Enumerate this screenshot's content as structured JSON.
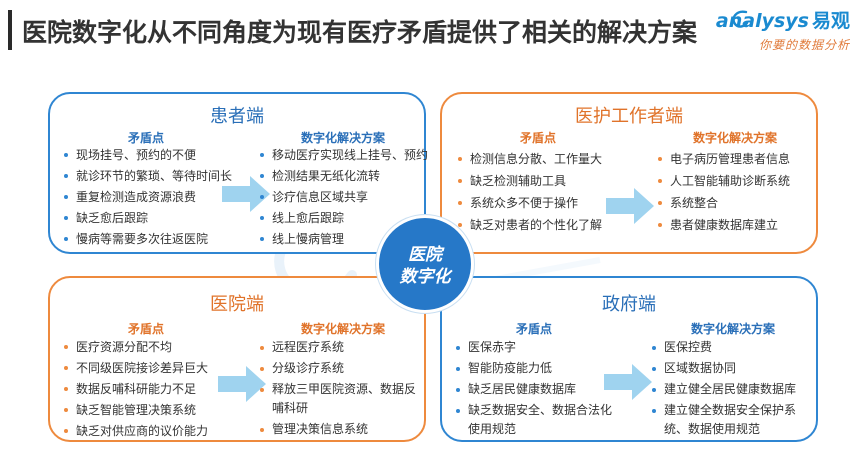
{
  "title": "医院数字化从不同角度为现有医疗矛盾提供了相关的解决方案",
  "logo": {
    "brand": "analysys",
    "brand_cn": "易观",
    "tagline": "你要的数据分析"
  },
  "center": {
    "line1": "医院",
    "line2": "数字化"
  },
  "colors": {
    "blue": "#2f86d2",
    "orange": "#ee8a3e",
    "center": "#2678c8"
  },
  "quadrants": [
    {
      "title": "患者端",
      "left_head": "矛盾点",
      "right_head": "数字化解决方案",
      "left_items": [
        "现场挂号、预约的不便",
        "就诊环节的繁琐、等待时间长",
        "重复检测造成资源浪费",
        "缺乏愈后跟踪",
        "慢病等需要多次往返医院"
      ],
      "right_items": [
        "移动医疗实现线上挂号、预约",
        "检测结果无纸化流转",
        "诊疗信息区域共享",
        "线上愈后跟踪",
        "线上慢病管理"
      ]
    },
    {
      "title": "医护工作者端",
      "left_head": "矛盾点",
      "right_head": "数字化解决方案",
      "left_items": [
        "检测信息分散、工作量大",
        "缺乏检测辅助工具",
        "系统众多不便于操作",
        "缺乏对患者的个性化了解"
      ],
      "right_items": [
        "电子病历管理患者信息",
        "人工智能辅助诊断系统",
        "系统整合",
        "患者健康数据库建立"
      ]
    },
    {
      "title": "医院端",
      "left_head": "矛盾点",
      "right_head": "数字化解决方案",
      "left_items": [
        "医疗资源分配不均",
        "不同级医院接诊差异巨大",
        "数据反哺科研能力不足",
        "缺乏智能管理决策系统",
        "缺乏对供应商的议价能力"
      ],
      "right_items": [
        "远程医疗系统",
        "分级诊疗系统",
        "释放三甲医院资源、数据反哺科研",
        "管理决策信息系统"
      ]
    },
    {
      "title": "政府端",
      "left_head": "矛盾点",
      "right_head": "数字化解决方案",
      "left_items": [
        "医保赤字",
        "智能防疫能力低",
        "缺乏居民健康数据库",
        "缺乏数据安全、数据合法化使用规范"
      ],
      "right_items": [
        "医保控费",
        "区域数据协同",
        "建立健全居民健康数据库",
        "建立健全数据安全保护系统、数据使用规范"
      ]
    }
  ]
}
